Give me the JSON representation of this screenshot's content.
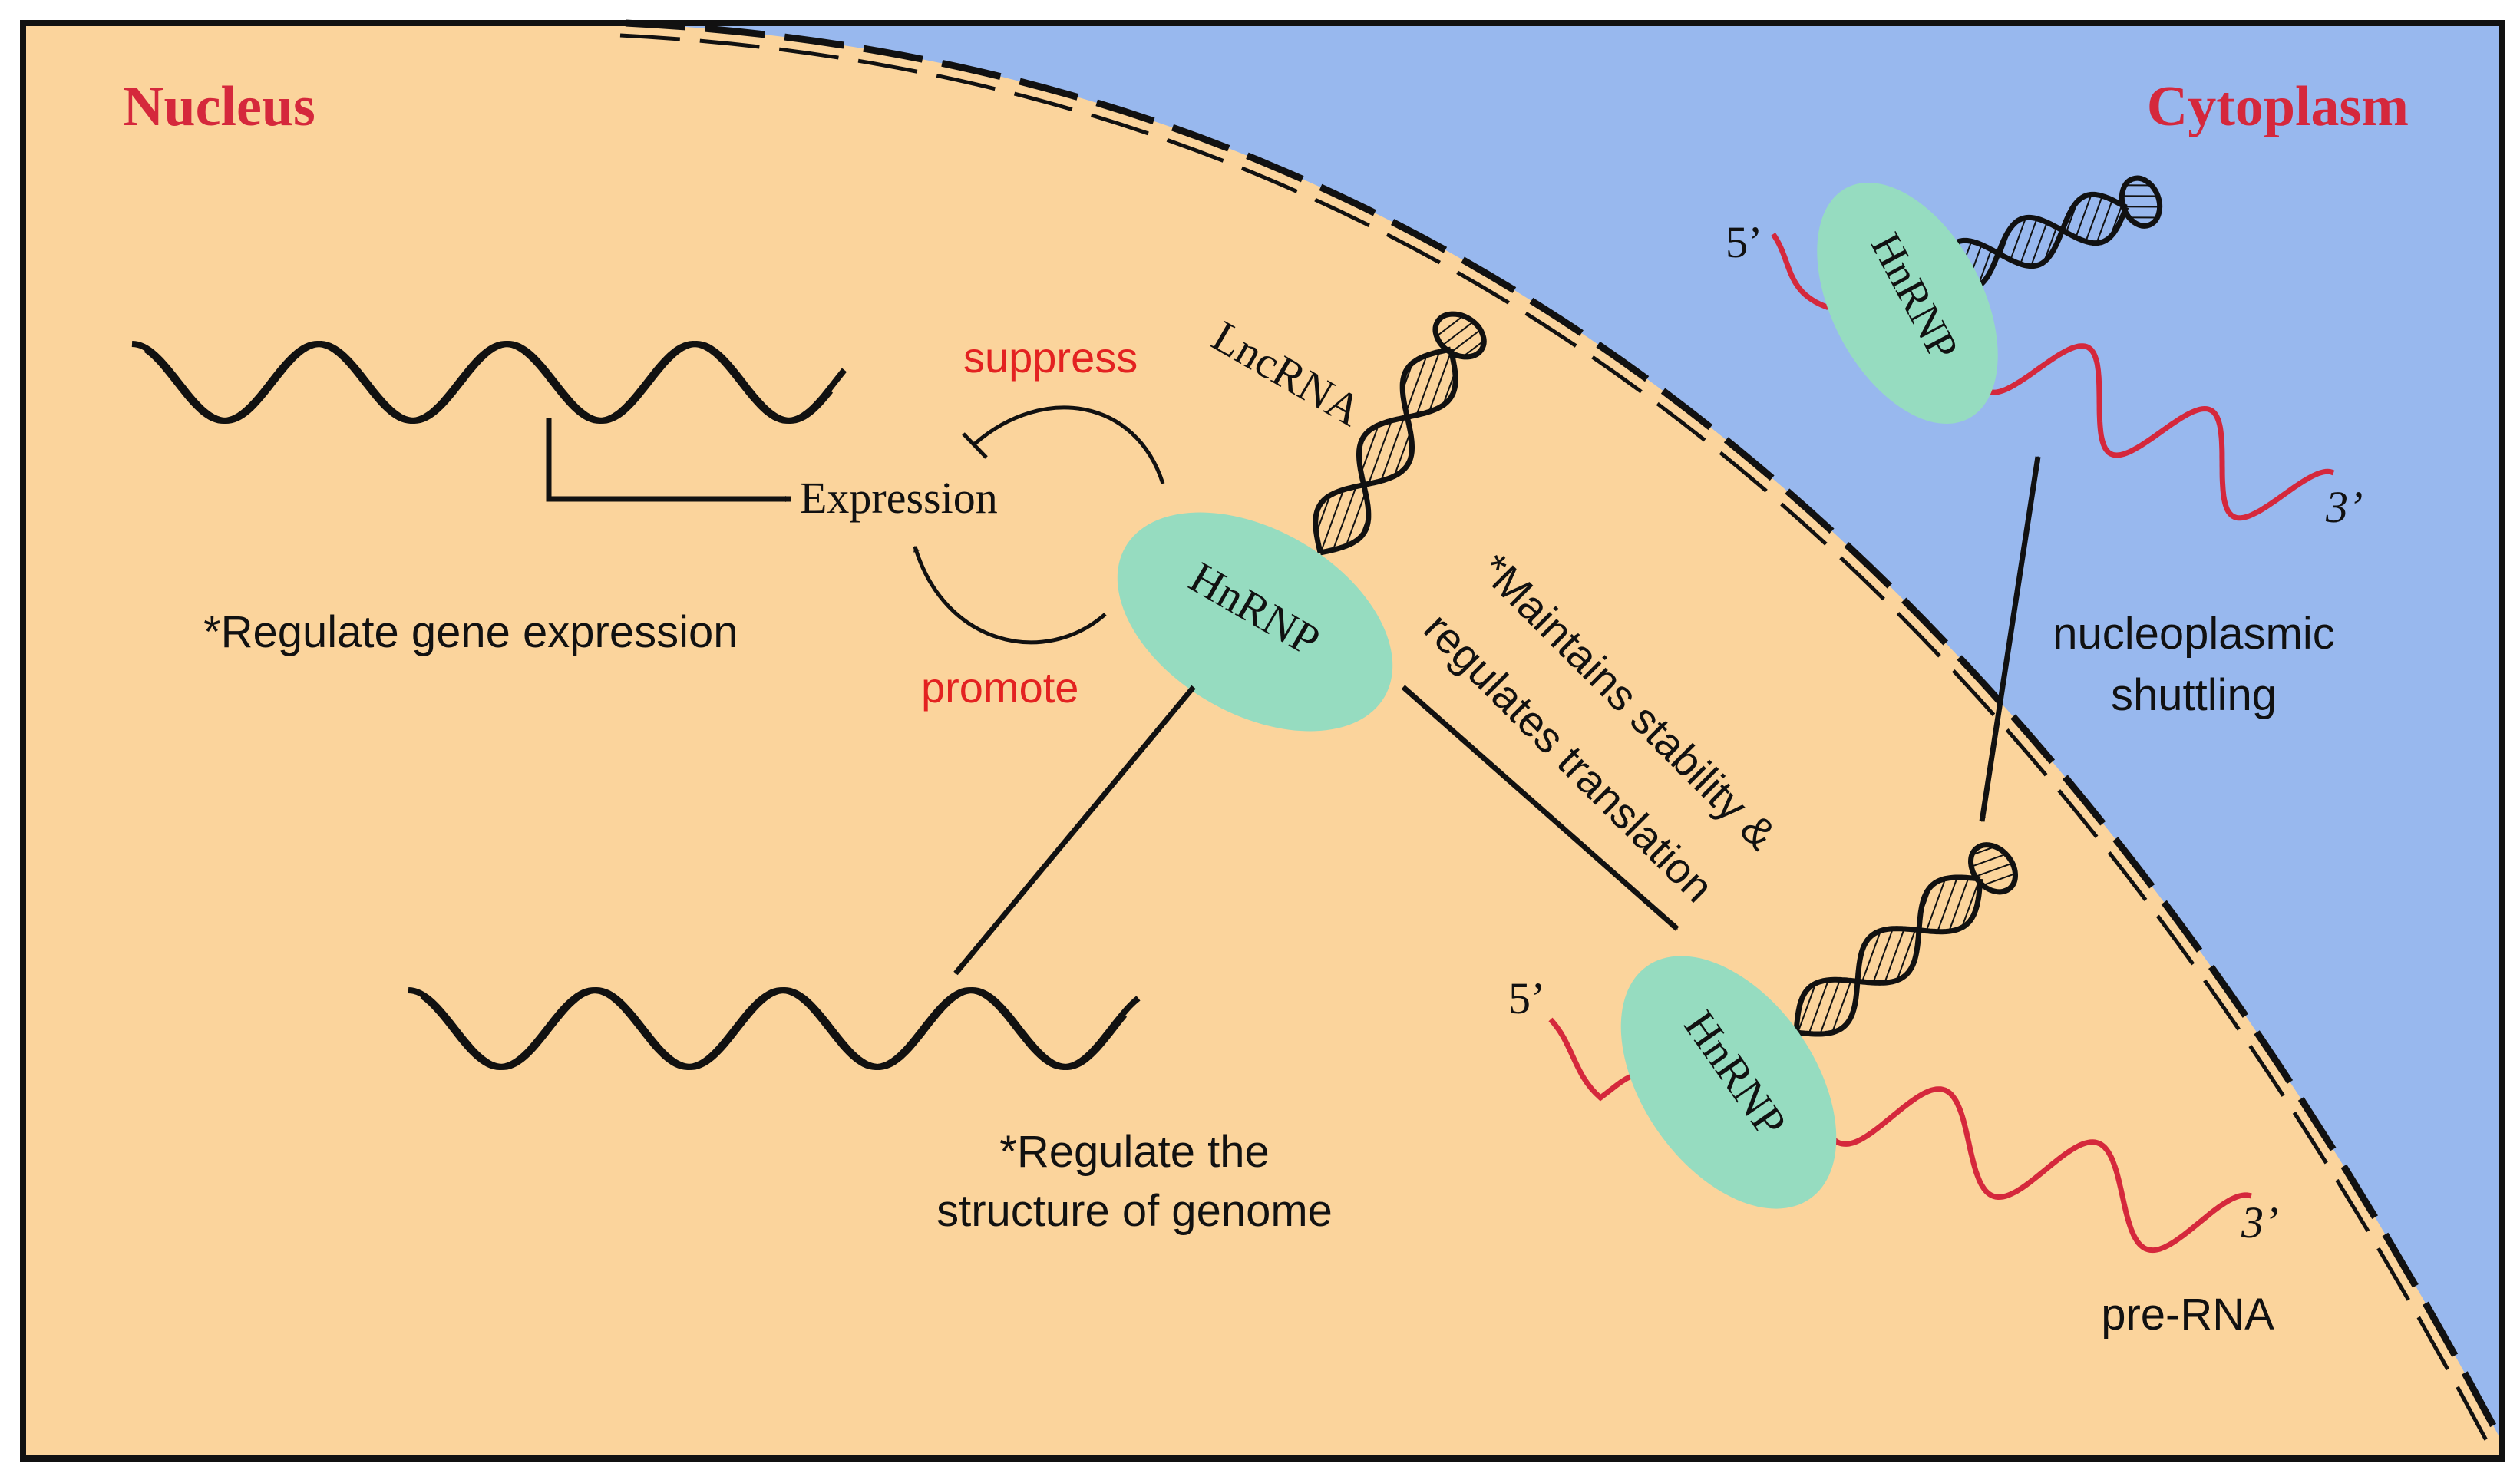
{
  "regions": {
    "nucleus_label": "Nucleus",
    "cytoplasm_label": "Cytoplasm"
  },
  "labels": {
    "lncrna": "LncRNA",
    "suppress": "suppress",
    "promote": "promote",
    "expression": "Expression",
    "regulate_gene_expression": "*Regulate gene expression",
    "maintains_line1": "*Maintains stability &",
    "maintains_line2": "regulates translation",
    "regulate_structure_line1": "*Regulate the",
    "regulate_structure_line2": "structure of genome",
    "shuttling_line1": "nucleoplasmic",
    "shuttling_line2": "shuttling",
    "pre_rna": "pre-RNA",
    "five_prime": "5’",
    "three_prime": "3’",
    "hnrnp": "HnRNP"
  },
  "colors": {
    "nucleus_fill": "#FBD49C",
    "cytoplasm_fill": "#98B8EE",
    "hnrnp_fill": "#96DCC0",
    "accent_red": "#D5283C",
    "text_red": "#E32221",
    "ink": "#111111"
  }
}
